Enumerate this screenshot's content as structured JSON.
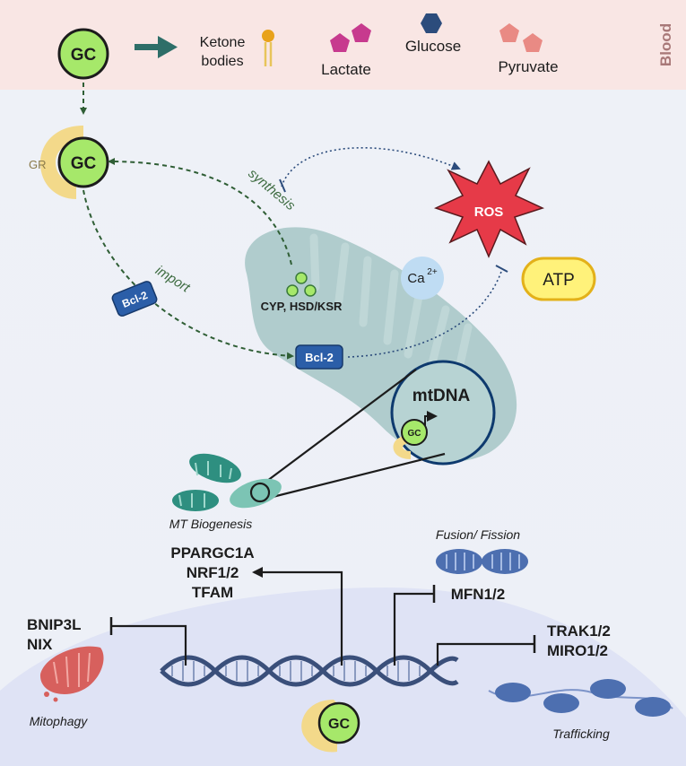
{
  "blood": {
    "label": "Blood",
    "gc": "GC",
    "ketone_line1": "Ketone",
    "ketone_line2": "bodies",
    "lactate": "Lactate",
    "glucose": "Glucose",
    "pyruvate": "Pyruvate"
  },
  "cell": {
    "gr": "GR",
    "gc": "GC",
    "synthesis": "synthesis",
    "import": "import",
    "bcl2_cyto": "Bcl-2",
    "bcl2_mito": "Bcl-2",
    "enzymes": "CYP, HSD/KSR",
    "ros": "ROS",
    "ca": "Ca",
    "ca_sup": "2+",
    "atp": "ATP",
    "mtdna": "mtDNA",
    "mtdna_gc": "GC"
  },
  "nucleus": {
    "mt_biogenesis": "MT Biogenesis",
    "biogenesis_genes": [
      "PPARGC1A",
      "NRF1/2",
      "TFAM"
    ],
    "fusion_fission": "Fusion/ Fission",
    "mfn": "MFN1/2",
    "mitophagy_genes": [
      "BNIP3L",
      "NIX"
    ],
    "mitophagy": "Mitophagy",
    "trafficking_genes": [
      "TRAK1/2",
      "MIRO1/2"
    ],
    "trafficking": "Trafficking",
    "gc": "GC"
  },
  "colors": {
    "blood_band": "#f9e6e4",
    "gc_green": "#a6e86a",
    "gr_yellow": "#f3d98a",
    "arrow_green": "#2f5e35",
    "mito_teal": "#a9c8c8",
    "pentagon_pink": "#c73a8e",
    "glucose_blue": "#2c4c7c",
    "pyruvate_salmon": "#e98a84",
    "ros_red": "#e63a48",
    "bcl2_blue": "#2b5ea8",
    "nucleus_lav": "#dfe3f5"
  },
  "icons": [
    "gc-circle",
    "lipid-icon",
    "lactate-pentagon",
    "glucose-hexagon",
    "pyruvate-pentagon",
    "ros-star",
    "dna-helix",
    "mitochondrion"
  ]
}
